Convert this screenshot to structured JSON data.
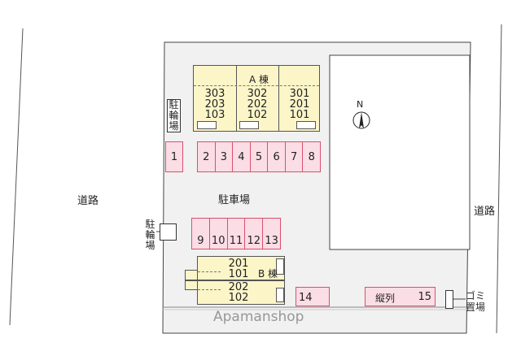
{
  "roads": {
    "left": "道路",
    "right": "道路"
  },
  "parking_label": "駐車場",
  "bike_parking_top": "駐輪場",
  "bike_parking_left": "駐輪場",
  "building_a": {
    "label": "A 棟",
    "units": [
      [
        "303",
        "203",
        "103"
      ],
      [
        "302",
        "202",
        "102"
      ],
      [
        "301",
        "201",
        "101"
      ]
    ]
  },
  "building_b": {
    "label": "B 棟",
    "units_top": [
      "201",
      "101"
    ],
    "units_bottom": [
      "202",
      "102"
    ]
  },
  "spaces": {
    "single": "1",
    "row1": [
      "2",
      "3",
      "4",
      "5",
      "6",
      "7",
      "8"
    ],
    "row2": [
      "9",
      "10",
      "11",
      "12",
      "13"
    ],
    "s14": "14",
    "tandem_label": "縦列",
    "s15": "15"
  },
  "garbage": "ゴミ置場",
  "compass": "N",
  "watermark": "Apamanshop",
  "colors": {
    "lot_fill": "#fbdde6",
    "lot_border": "#d9506e",
    "building": "#fbf5c8",
    "site": "#f1f1f1"
  }
}
